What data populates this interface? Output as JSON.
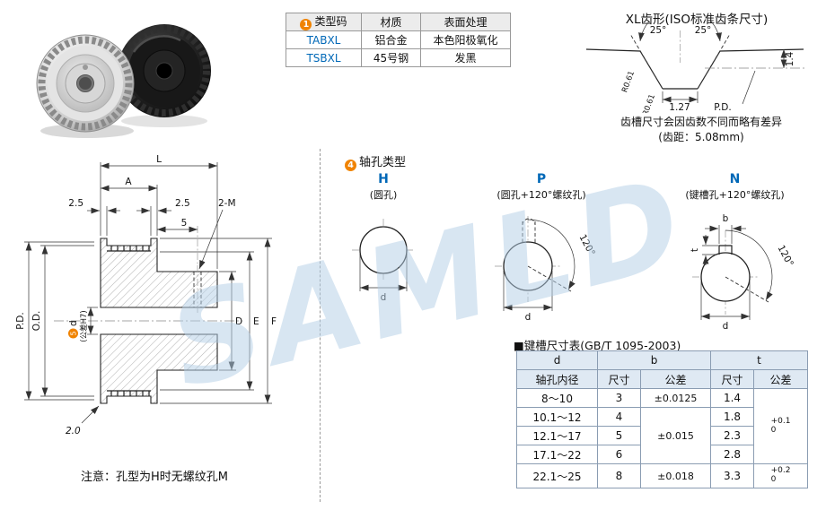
{
  "watermark": "SAMLD",
  "colors": {
    "accent_blue": "#0068b7",
    "badge_orange": "#f08300"
  },
  "type_table": {
    "badge": "1",
    "headers": {
      "code": "类型码",
      "material": "材质",
      "surface": "表面处理"
    },
    "rows": [
      {
        "code": "TABXL",
        "material": "铝合金",
        "surface": "本色阳极氧化"
      },
      {
        "code": "TSBXL",
        "material": "45号钢",
        "surface": "发黑"
      }
    ]
  },
  "tooth_profile": {
    "title": "XL齿形(ISO标准齿条尺寸)",
    "angle_left": "25°",
    "angle_right": "25°",
    "radius_top": "R0.61",
    "radius_root": "R0.61",
    "width": "1.27",
    "pitch_label": "P.D.",
    "height": "1.4",
    "note1": "齿槽尺寸会因齿数不同而略有差异",
    "note2": "(齿距：5.08mm)"
  },
  "drawing": {
    "dim_L": "L",
    "dim_A": "A",
    "dim_flange_left": "2.5",
    "dim_flange_right": "2.5",
    "dim_screw_offset": "5",
    "screw_label": "2-M",
    "dim_PD": "P.D.",
    "dim_OD": "O.D.",
    "bore_badge": "5",
    "bore_label": "d",
    "bore_tol": "(公差H7)",
    "dim_D": "D",
    "dim_E": "E",
    "dim_F": "F",
    "dim_flange_thk": "2.0",
    "note": "注意：孔型为H时无螺纹孔M"
  },
  "hole_types": {
    "badge": "4",
    "title": "轴孔类型",
    "h": {
      "label": "H",
      "subtitle": "(圆孔)",
      "dim_d": "d"
    },
    "p": {
      "label": "P",
      "subtitle": "(圆孔+120°螺纹孔)",
      "dim_d": "d",
      "angle": "120°"
    },
    "n": {
      "label": "N",
      "subtitle": "(键槽孔+120°螺纹孔)",
      "dim_d": "d",
      "angle": "120°",
      "dim_b": "b",
      "dim_t": "t"
    }
  },
  "keyway_table": {
    "title": "■键槽尺寸表(GB/T 1095-2003)",
    "headers": {
      "d": "d",
      "d_sub": "轴孔内径",
      "b": "b",
      "t": "t",
      "b_size": "尺寸",
      "b_tol": "公差",
      "t_size": "尺寸",
      "t_tol": "公差"
    },
    "rows": [
      {
        "d": "8～10",
        "b_size": "3",
        "t_size": "1.4"
      },
      {
        "d": "10.1～12",
        "b_size": "4",
        "t_size": "1.8"
      },
      {
        "d": "12.1～17",
        "b_size": "5",
        "t_size": "2.3"
      },
      {
        "d": "17.1～22",
        "b_size": "6",
        "t_size": "2.8"
      },
      {
        "d": "22.1～25",
        "b_size": "8",
        "t_size": "3.3"
      }
    ],
    "b_tol_small": "±0.0125",
    "b_tol_mid": "±0.015",
    "b_tol_large": "±0.018",
    "t_tol_small_top": "+0.1",
    "t_tol_small_bot": "0",
    "t_tol_large_top": "+0.2",
    "t_tol_large_bot": "0"
  }
}
